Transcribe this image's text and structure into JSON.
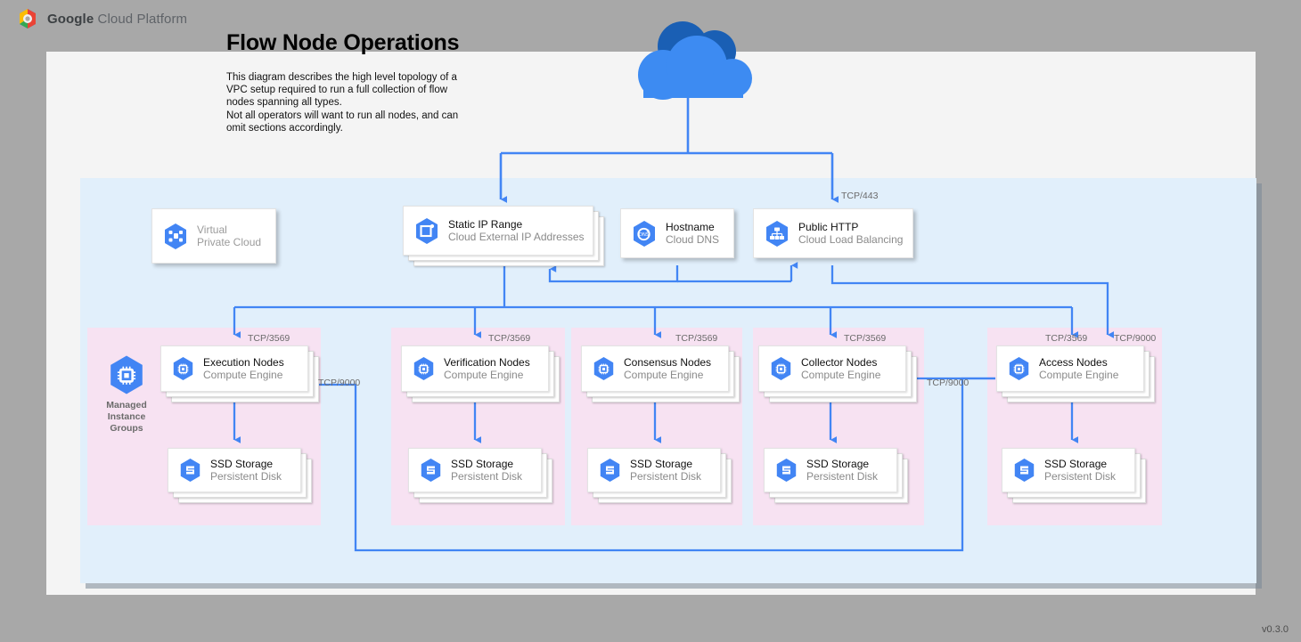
{
  "brand": {
    "logo_icon": "gcp-hexagon-logo",
    "name_bold": "Google",
    "name_rest": " Cloud Platform"
  },
  "header": {
    "title": "Flow Node Operations",
    "description_lines": [
      "This diagram describes the high level topology of a",
      "VPC setup required to run a full collection of flow",
      "nodes spanning all types.",
      "Not all operators will want to run all nodes, and can",
      "omit sections accordingly."
    ]
  },
  "version": "v0.3.0",
  "colors": {
    "page_background": "#a8a8a8",
    "canvas": "#f4f4f4",
    "vpc_region": "#e1effb",
    "group_box": "#f7e2f2",
    "connector": "#4285f4",
    "icon_blue": "#4285f4",
    "cloud_body": "#3d8bf2",
    "cloud_top": "#1a5fb4",
    "primary_text": "#111111",
    "secondary_text": "#8a8a8a"
  },
  "internet": {
    "icon": "cloud-icon",
    "label": ""
  },
  "top_row": [
    {
      "id": "vpc",
      "icon": "virtual-private-cloud-icon",
      "title": "Virtual",
      "subtitle": "Private Cloud",
      "muted": true,
      "stacked": false
    },
    {
      "id": "static-ip",
      "icon": "cloud-external-ip-addresses-icon",
      "title": "Static IP Range",
      "subtitle": "Cloud External IP Addresses",
      "muted": false,
      "stacked": true
    },
    {
      "id": "hostname",
      "icon": "cloud-dns-icon",
      "title": "Hostname",
      "subtitle": "Cloud DNS",
      "muted": false,
      "stacked": false
    },
    {
      "id": "public-http",
      "icon": "cloud-load-balancing-icon",
      "title": "Public HTTP",
      "subtitle": "Cloud Load Balancing",
      "muted": false,
      "stacked": false
    }
  ],
  "mig_label": {
    "icon": "managed-instance-groups-icon",
    "lines": [
      "Managed",
      "Instance",
      "Groups"
    ]
  },
  "groups": [
    {
      "id": "execution",
      "node": {
        "icon": "compute-engine-icon",
        "title": "Execution Nodes",
        "subtitle": "Compute Engine"
      },
      "storage": {
        "icon": "persistent-disk-icon",
        "title": "SSD Storage",
        "subtitle": "Persistent Disk"
      }
    },
    {
      "id": "verification",
      "node": {
        "icon": "compute-engine-icon",
        "title": "Verification Nodes",
        "subtitle": "Compute Engine"
      },
      "storage": {
        "icon": "persistent-disk-icon",
        "title": "SSD Storage",
        "subtitle": "Persistent Disk"
      }
    },
    {
      "id": "consensus",
      "node": {
        "icon": "compute-engine-icon",
        "title": "Consensus Nodes",
        "subtitle": "Compute Engine"
      },
      "storage": {
        "icon": "persistent-disk-icon",
        "title": "SSD Storage",
        "subtitle": "Persistent Disk"
      }
    },
    {
      "id": "collector",
      "node": {
        "icon": "compute-engine-icon",
        "title": "Collector Nodes",
        "subtitle": "Compute Engine"
      },
      "storage": {
        "icon": "persistent-disk-icon",
        "title": "SSD Storage",
        "subtitle": "Persistent Disk"
      }
    },
    {
      "id": "access",
      "node": {
        "icon": "compute-engine-icon",
        "title": "Access Nodes",
        "subtitle": "Compute Engine"
      },
      "storage": {
        "icon": "persistent-disk-icon",
        "title": "SSD Storage",
        "subtitle": "Persistent Disk"
      }
    }
  ],
  "port_labels": [
    {
      "id": "lb-443",
      "text": "TCP/443"
    },
    {
      "id": "execution-3569",
      "text": "TCP/3569"
    },
    {
      "id": "verification-3569",
      "text": "TCP/3569"
    },
    {
      "id": "consensus-3569",
      "text": "TCP/3569"
    },
    {
      "id": "collector-3569",
      "text": "TCP/3569"
    },
    {
      "id": "access-3569",
      "text": "TCP/3569"
    },
    {
      "id": "access-9000",
      "text": "TCP/9000"
    },
    {
      "id": "execution-9000",
      "text": "TCP/9000"
    },
    {
      "id": "collector-9000",
      "text": "TCP/9000"
    }
  ]
}
